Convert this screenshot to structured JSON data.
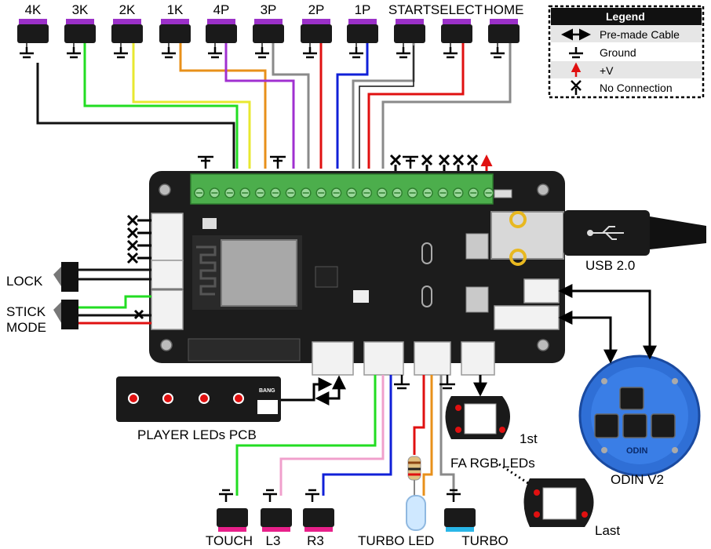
{
  "top_buttons": [
    "4K",
    "3K",
    "2K",
    "1K",
    "4P",
    "3P",
    "2P",
    "1P",
    "START",
    "SELECT",
    "HOME"
  ],
  "bottom_buttons": [
    "TOUCH",
    "L3",
    "R3",
    "TURBO"
  ],
  "labels": {
    "lock": "LOCK",
    "stick": "STICK",
    "mode": "MODE",
    "usb": "USB 2.0",
    "player_leds": "PLAYER LEDs PCB",
    "fa_rgb": "FA RGB LEDs",
    "first": "1st",
    "last": "Last",
    "odin": "ODIN V2",
    "turbo_led": "TURBO LED",
    "odin_logo": "ODIN",
    "bang_logo": "BANG"
  },
  "legend": {
    "title": "Legend",
    "items": [
      "Pre-made Cable",
      "Ground",
      "+V",
      "No Connection"
    ]
  },
  "colors": {
    "board": "#1c1c1c",
    "terminal_green": "#4cae4c",
    "button_purple": "#9b30c8",
    "button_pink": "#e8208a",
    "button_cyan": "#29b6e8",
    "odin_blue": "#2f6fd6",
    "wire_red": "#e01010",
    "wire_green": "#22dd22",
    "wire_yellow": "#e8e830",
    "wire_orange": "#e8901a",
    "wire_purple": "#a030d0",
    "wire_gray": "#8a8a8a",
    "wire_blue": "#1020d8",
    "wire_pink": "#f0a0cc"
  }
}
